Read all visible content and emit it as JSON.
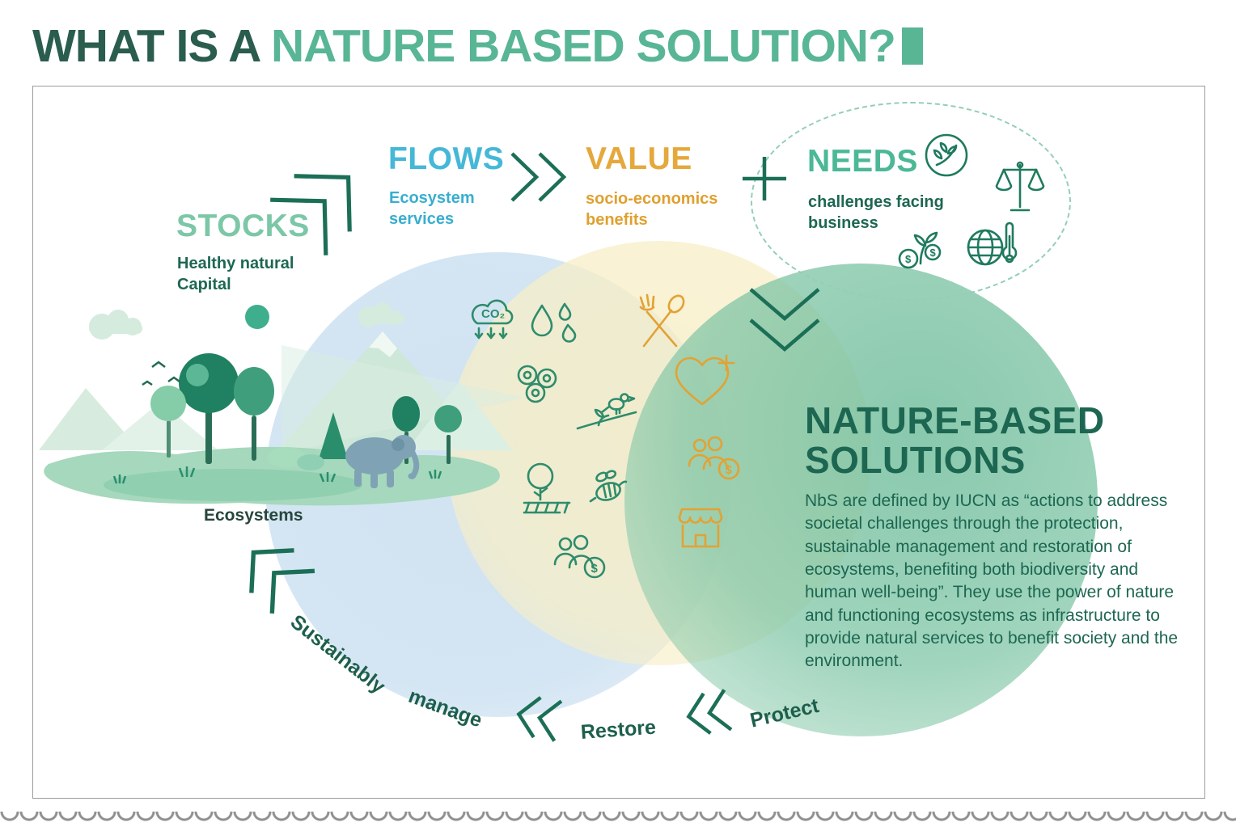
{
  "title": {
    "prefix": "WHAT IS A ",
    "main": "NATURE BASED SOLUTION?"
  },
  "flow": {
    "stocks": {
      "label": "STOCKS",
      "sub": "Healthy natural Capital"
    },
    "flows": {
      "label": "FLOWS",
      "sub": "Ecosystem services"
    },
    "value": {
      "label": "VALUE",
      "sub": "socio-economics benefits"
    },
    "needs": {
      "label": "NEEDS",
      "sub": "challenges facing business"
    }
  },
  "illustration": {
    "label": "Ecosystems"
  },
  "nbs": {
    "heading_line1": "NATURE-BASED",
    "heading_line2": "SOLUTIONS",
    "body": "NbS are defined by IUCN as “actions to address societal challenges through the protection, sustainable management and restoration of ecosystems, benefiting both biodiversity and human well-being”. They use the power of nature and functioning ecosystems as infrastructure to provide natural services to benefit society and the environment."
  },
  "cycle": {
    "word1": "Sustainably",
    "word2": "manage",
    "restore": "Restore",
    "protect": "Protect"
  },
  "icon_text": {
    "co2": "CO₂",
    "dollar": "$"
  },
  "colors": {
    "dark_green": "#1d6752",
    "teal_green": "#58b694",
    "cyan": "#45b8d8",
    "amber": "#e5a83c",
    "chevron": "#1c6f57"
  }
}
